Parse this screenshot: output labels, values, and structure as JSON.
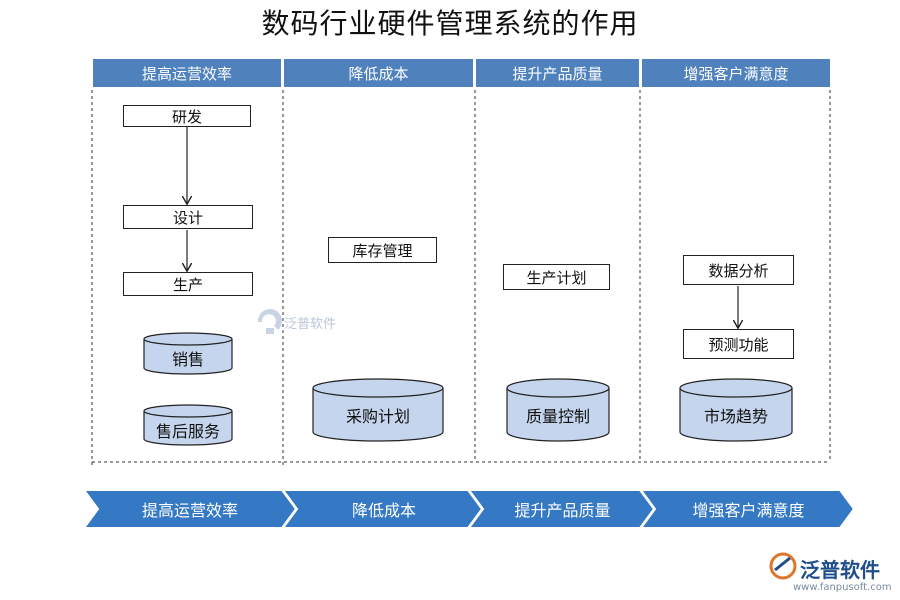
{
  "title": "数码行业硬件管理系统的作用",
  "headers": [
    "提高运营效率",
    "降低成本",
    "提升产品质量",
    "增强客户满意度"
  ],
  "col1": {
    "flow": [
      "研发",
      "设计",
      "生产"
    ],
    "cylinders": [
      "销售",
      "售后服务"
    ]
  },
  "col2": {
    "box": "库存管理",
    "cylinder": "采购计划"
  },
  "col3": {
    "box": "生产计划",
    "cylinder": "质量控制"
  },
  "col4": {
    "flow": [
      "数据分析",
      "预测功能"
    ],
    "cylinder": "市场趋势"
  },
  "bottom_arrows": [
    "提高运营效率",
    "降低成本",
    "提升产品质量",
    "增强客户满意度"
  ],
  "watermark": "泛普软件",
  "logo": {
    "name": "泛普软件",
    "url": "www.fanpusoft.com"
  },
  "colors": {
    "header": "#4f81bd",
    "cylinder_fill": "#c6d5ee",
    "arrow": "#3578c3"
  }
}
